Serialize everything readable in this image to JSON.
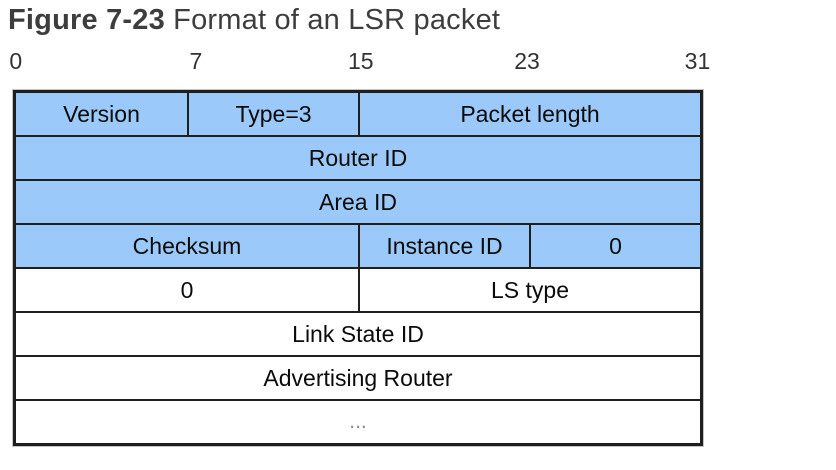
{
  "figure": {
    "title_bold": "Figure 7-23",
    "title_text": " Format of an LSR packet"
  },
  "ruler": {
    "ticks": [
      {
        "label": "0",
        "pos": "0.4%"
      },
      {
        "label": "7",
        "pos": "26.5%"
      },
      {
        "label": "15",
        "pos": "50.4%"
      },
      {
        "label": "23",
        "pos": "74.5%"
      },
      {
        "label": "31",
        "pos": "99.2%"
      }
    ]
  },
  "packet": {
    "total_bits": 32,
    "rows": [
      {
        "filled": true,
        "cells": [
          {
            "name": "version",
            "label": "Version",
            "bits": 8
          },
          {
            "name": "type",
            "label": "Type=3",
            "bits": 8
          },
          {
            "name": "packet-length",
            "label": "Packet length",
            "bits": 16
          }
        ]
      },
      {
        "filled": true,
        "cells": [
          {
            "name": "router-id",
            "label": "Router ID",
            "bits": 32
          }
        ]
      },
      {
        "filled": true,
        "cells": [
          {
            "name": "area-id",
            "label": "Area ID",
            "bits": 32
          }
        ]
      },
      {
        "filled": true,
        "cells": [
          {
            "name": "checksum",
            "label": "Checksum",
            "bits": 16
          },
          {
            "name": "instance-id",
            "label": "Instance ID",
            "bits": 8
          },
          {
            "name": "zero-byte",
            "label": "0",
            "bits": 8
          }
        ]
      },
      {
        "filled": false,
        "cells": [
          {
            "name": "zero-word",
            "label": "0",
            "bits": 16
          },
          {
            "name": "ls-type",
            "label": "LS type",
            "bits": 16
          }
        ]
      },
      {
        "filled": false,
        "cells": [
          {
            "name": "link-state-id",
            "label": "Link State ID",
            "bits": 32
          }
        ]
      },
      {
        "filled": false,
        "cells": [
          {
            "name": "advertising-router",
            "label": "Advertising Router",
            "bits": 32
          }
        ]
      },
      {
        "filled": false,
        "cells": [
          {
            "name": "ellipsis",
            "label": "...",
            "bits": 32,
            "muted": true
          }
        ]
      }
    ]
  },
  "colors": {
    "field_fill": "#9bcafa",
    "border": "#1f1f1f",
    "title_text": "#3d3d3d",
    "muted_text": "#8c8c8c"
  }
}
